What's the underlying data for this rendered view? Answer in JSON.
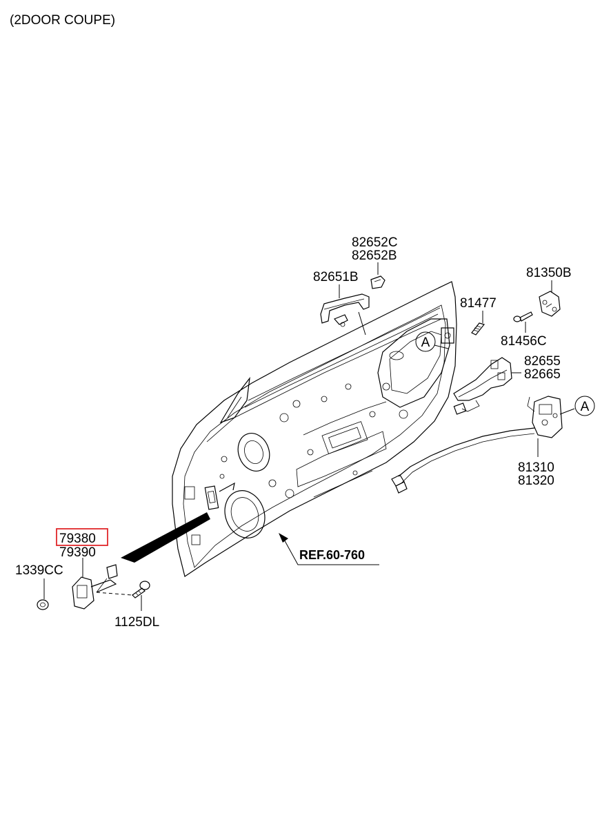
{
  "header": {
    "subtitle": "(2DOOR COUPE)"
  },
  "reference": {
    "label": "REF.60-760"
  },
  "callouts": {
    "a1": "A",
    "a2": "A"
  },
  "parts": {
    "p82652C": "82652C",
    "p82652B": "82652B",
    "p82651B": "82651B",
    "p81350B": "81350B",
    "p81477": "81477",
    "p81456C": "81456C",
    "p82655": "82655",
    "p82665": "82665",
    "p81310": "81310",
    "p81320": "81320",
    "p79380": "79380",
    "p79390": "79390",
    "p1339CC": "1339CC",
    "p1125DL": "1125DL"
  },
  "highlight": {
    "part": "79380",
    "color": "#e0262a"
  }
}
